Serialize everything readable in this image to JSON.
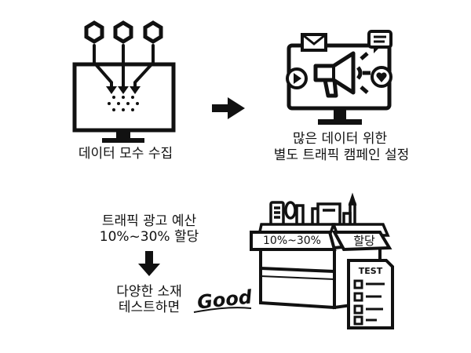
{
  "step1": {
    "caption": "데이터 모수 수집"
  },
  "step2": {
    "caption_line1": "많은 데이터 위한",
    "caption_line2": "별도 트래픽 캠페인 설정"
  },
  "step3": {
    "caption_line1": "트래픽 광고 예산",
    "caption_line2": "10%~30% 할당"
  },
  "step4": {
    "caption_line1": "다양한 소재",
    "caption_line2": "테스트하면"
  },
  "good_text": "Good",
  "box": {
    "label_left": "10%~30%",
    "label_right": "할당"
  },
  "test_sheet": {
    "title": "TEST"
  }
}
